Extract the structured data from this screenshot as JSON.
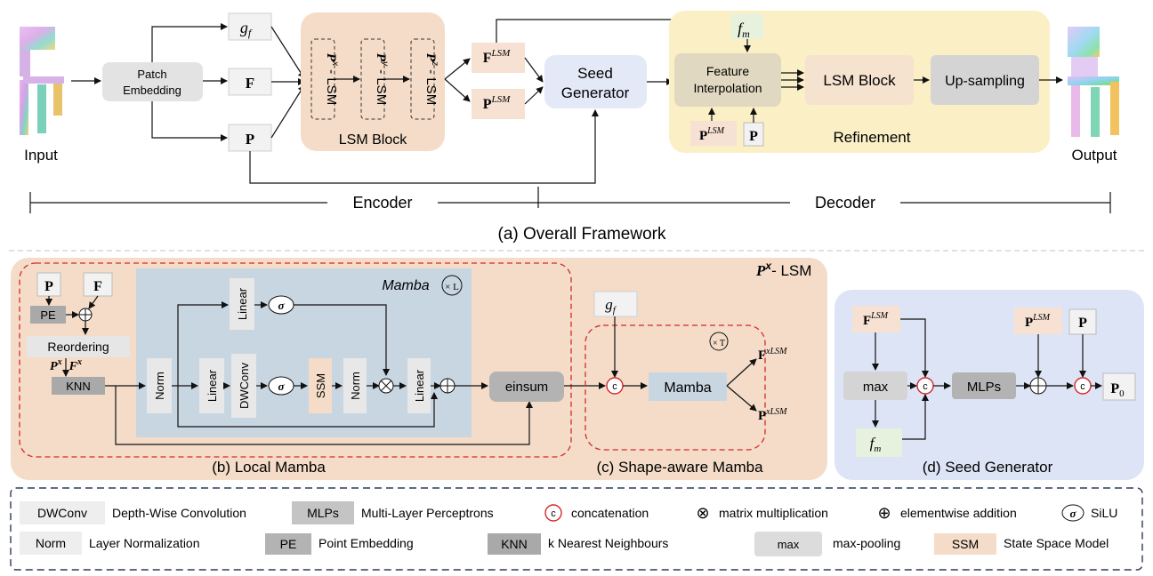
{
  "colors": {
    "lsm_panel": "#f4dcc8",
    "refine_panel": "#fbefc6",
    "mamba_panel": "#c8d6e2",
    "seed_panel": "#dde4f5",
    "seed_box": "#e6ecf8",
    "gray_box": "#d9d9d9",
    "light_box": "#efefef",
    "dashed_red": "#d42a2a",
    "legend_border": "#2e3a5a"
  },
  "overall": {
    "caption": "(a) Overall Framework",
    "input_label": "Input",
    "output_label": "Output",
    "patch_embedding": [
      "Patch",
      "Embedding"
    ],
    "g_f": "g",
    "g_f_sub": "f",
    "F": "F",
    "P": "P",
    "lsm_x": "LSM",
    "lsm_y": "LSM",
    "lsm_z": "LSM",
    "lsm_x_sup": "x",
    "lsm_y_sup": "y",
    "lsm_z_sup": "z",
    "lsm_block_label": "LSM Block",
    "F_lsm": "F",
    "P_lsm": "P",
    "lsm_sup": "LSM",
    "seed_generator": [
      "Seed",
      "Generator"
    ],
    "feature_interpolation": [
      "Feature",
      "Interpolation"
    ],
    "f_m": "f",
    "f_m_sub": "m",
    "lsm_block2": "LSM Block",
    "upsampling": "Up-sampling",
    "refinement_label": "Refinement",
    "encoder": "Encoder",
    "decoder": "Decoder"
  },
  "local": {
    "caption": "(b) Local Mamba",
    "title_P": "P",
    "title_sup": "x",
    "title_rest": "- LSM",
    "mamba_label": "Mamba",
    "times_L": "× L",
    "P": "P",
    "F": "F",
    "pe": "PE",
    "reordering": "Reordering",
    "knn": "KNN",
    "px": "P",
    "fx": "F",
    "x_sup": "x",
    "norm": "Norm",
    "linear": "Linear",
    "dwconv": "DWConv",
    "ssm": "SSM",
    "einsum": "einsum",
    "sigma": "σ",
    "otimes": "⊗",
    "oplus": "⊕"
  },
  "shape_aware": {
    "caption": "(c) Shape-aware Mamba",
    "g_f": "g",
    "g_f_sub": "f",
    "c": "c",
    "mamba": "Mamba",
    "times_T": "× T",
    "F_out": "F",
    "P_out": "P",
    "out_sup": "xLSM"
  },
  "seed": {
    "caption": "(d) Seed Generator",
    "F_lsm": "F",
    "P_lsm": "P",
    "lsm_sup": "LSM",
    "P": "P",
    "max": "max",
    "f_m": "f",
    "f_m_sub": "m",
    "mlps": "MLPs",
    "c": "c",
    "oplus": "⊕",
    "P0": "P",
    "P0_sub": "0"
  },
  "legend": {
    "items": [
      {
        "key": "DWConv",
        "desc": "Depth-Wise Convolution"
      },
      {
        "key": "MLPs",
        "desc": "Multi-Layer Perceptrons"
      },
      {
        "key": "c",
        "desc": "concatenation"
      },
      {
        "key": "⊗",
        "desc": "matrix multiplication"
      },
      {
        "key": "⊕",
        "desc": "elementwise addition"
      },
      {
        "key": "σ",
        "desc": "SiLU"
      },
      {
        "key": "Norm",
        "desc": "Layer Normalization"
      },
      {
        "key": "PE",
        "desc": "Point Embedding"
      },
      {
        "key": "KNN",
        "desc": "k  Nearest Neighbours"
      },
      {
        "key": "max",
        "desc": "max-pooling"
      },
      {
        "key": "SSM",
        "desc": "State Space Model"
      }
    ]
  }
}
